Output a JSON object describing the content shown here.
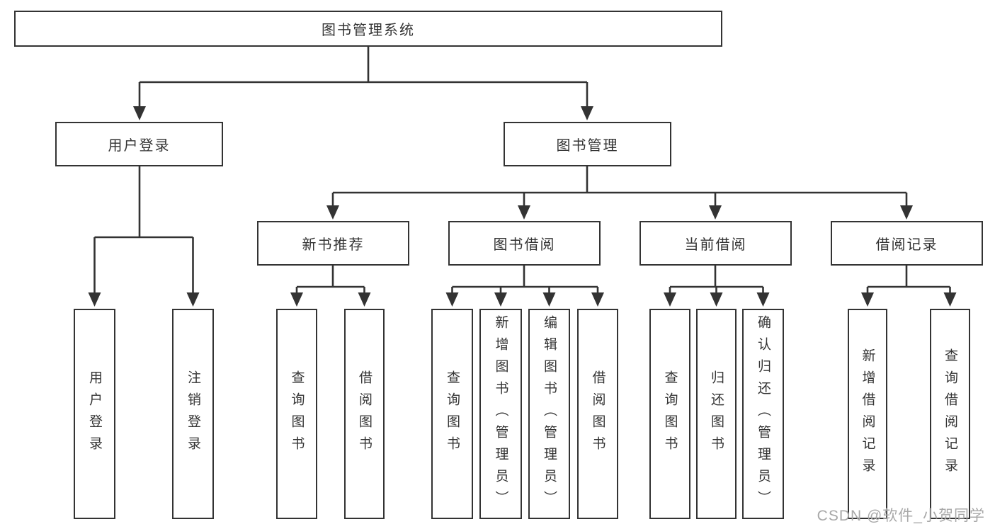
{
  "diagram": {
    "title": "图书管理系统",
    "children": [
      {
        "label": "用户登录",
        "children": [
          {
            "label": "用户登录"
          },
          {
            "label": "注销登录"
          }
        ]
      },
      {
        "label": "图书管理",
        "children": [
          {
            "label": "新书推荐",
            "children": [
              {
                "label": "查询图书"
              },
              {
                "label": "借阅图书"
              }
            ]
          },
          {
            "label": "图书借阅",
            "children": [
              {
                "label": "查询图书"
              },
              {
                "label": "新增图书（管理员）"
              },
              {
                "label": "编辑图书（管理员）"
              },
              {
                "label": "借阅图书"
              }
            ]
          },
          {
            "label": "当前借阅",
            "children": [
              {
                "label": "查询图书"
              },
              {
                "label": "归还图书"
              },
              {
                "label": "确认归还（管理员）"
              }
            ]
          },
          {
            "label": "借阅记录",
            "children": [
              {
                "label": "新增借阅记录"
              },
              {
                "label": "查询借阅记录"
              }
            ]
          }
        ]
      }
    ]
  },
  "watermark": {
    "text": "CSDN @软件_小贺同学"
  },
  "style": {
    "line_color": "#333333",
    "box_border_color": "#333333",
    "text_color": "#333333",
    "watermark_color": "#a8a8a8",
    "background": "#ffffff"
  }
}
